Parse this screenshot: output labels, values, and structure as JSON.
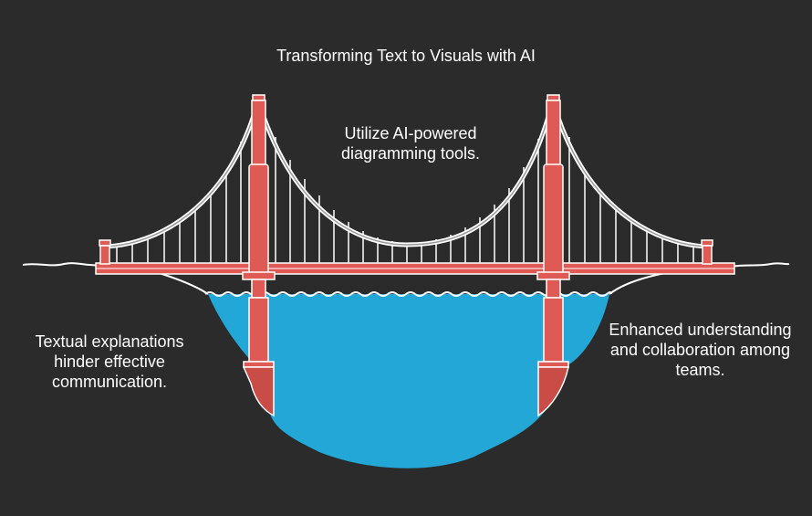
{
  "title": "Transforming Text to Visuals with AI",
  "labels": {
    "top": "Utilize AI-powered diagramming tools.",
    "left": "Textual explanations hinder effective communication.",
    "right": "Enhanced understanding and collaboration among teams."
  },
  "colors": {
    "background": "#2b2b2b",
    "tower": "#e05a55",
    "tower_dark": "#c94c47",
    "cable": "#ffffff",
    "water": "#22a7d6",
    "land": "#2b2b2b"
  },
  "icons": [
    "suspension-bridge-illustration",
    "river-water",
    "wave-line"
  ]
}
